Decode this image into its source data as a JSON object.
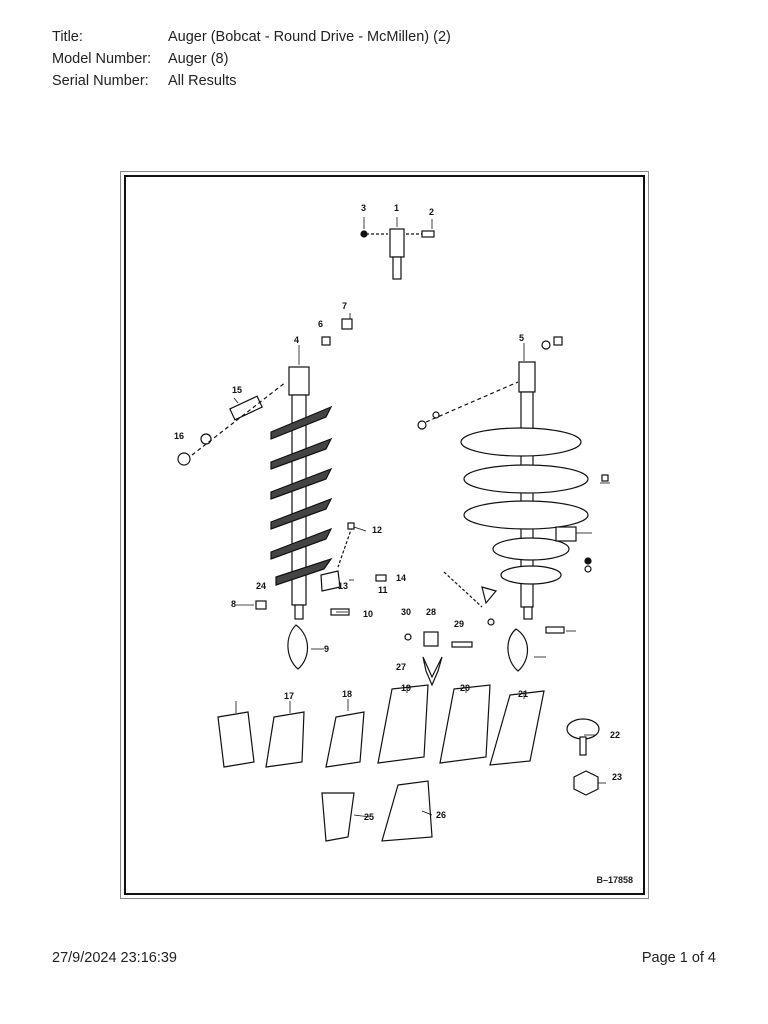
{
  "header": {
    "title_label": "Title:",
    "title_value": "Auger (Bobcat - Round Drive - McMillen) (2)",
    "model_label": "Model Number:",
    "model_value": "Auger (8)",
    "serial_label": "Serial Number:",
    "serial_value": "All Results"
  },
  "diagram": {
    "code": "B–17858",
    "callouts": [
      "1",
      "2",
      "3",
      "4",
      "5",
      "6",
      "7",
      "8",
      "9",
      "10",
      "11",
      "12",
      "13",
      "14",
      "15",
      "16",
      "17",
      "18",
      "19",
      "20",
      "21",
      "22",
      "23",
      "24",
      "25",
      "26",
      "27",
      "28",
      "29",
      "30"
    ]
  },
  "footer": {
    "timestamp": "27/9/2024 23:16:39",
    "page": "Page 1 of 4"
  }
}
